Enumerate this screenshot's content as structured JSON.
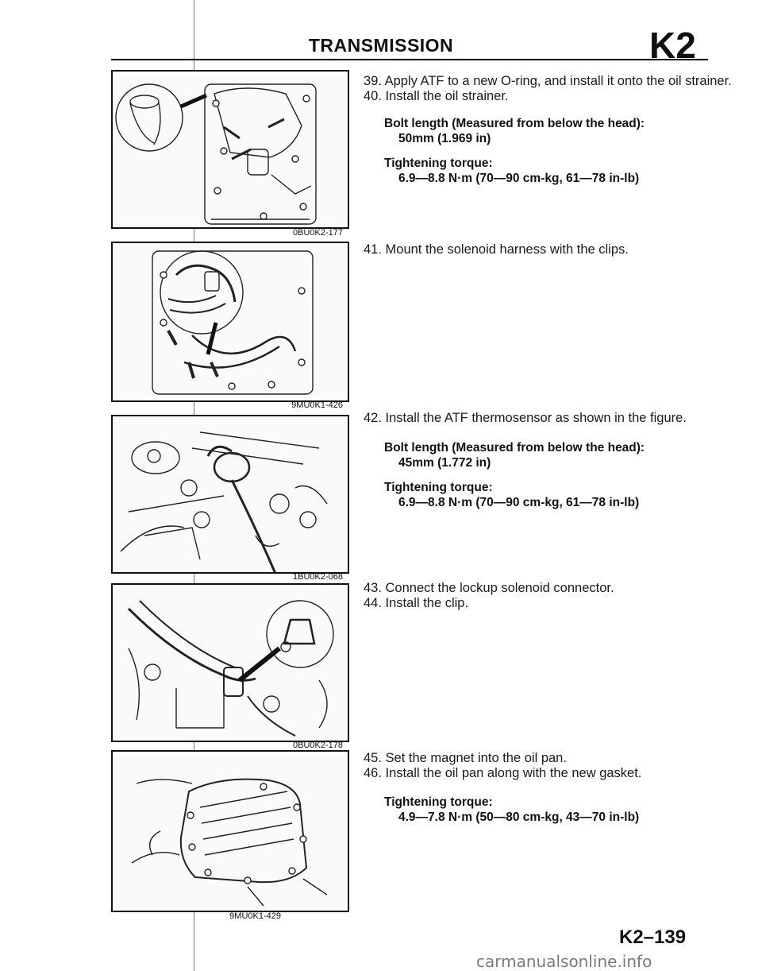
{
  "header": {
    "title": "TRANSMISSION",
    "section_code": "K2"
  },
  "figures": [
    {
      "code": "0BU0K2-177"
    },
    {
      "code": "9MU0K1-426"
    },
    {
      "code": "1BU0K2-068"
    },
    {
      "code": "0BU0K2-178"
    },
    {
      "code": "9MU0K1-429"
    }
  ],
  "steps": {
    "s39": "39. Apply ATF to a new O-ring, and install it onto the oil strainer.",
    "s40": "40. Install the oil strainer.",
    "spec1_label": "Bolt length (Measured from below the head):",
    "spec1_value": "50mm (1.969 in)",
    "spec2_label": "Tightening torque:",
    "spec2_value": "6.9—8.8 N·m (70—90 cm-kg, 61—78 in-lb)",
    "s41": "41. Mount the solenoid harness with the clips.",
    "s42": "42. Install the ATF thermosensor as shown in the figure.",
    "spec3_label": "Bolt length (Measured from below the head):",
    "spec3_value": "45mm (1.772 in)",
    "spec4_label": "Tightening torque:",
    "spec4_value": "6.9—8.8 N·m (70—90 cm-kg, 61—78 in-lb)",
    "s43": "43. Connect the lockup solenoid connector.",
    "s44": "44. Install the clip.",
    "s45": "45. Set the magnet into the oil pan.",
    "s46": "46. Install the oil pan along with the new gasket.",
    "spec5_label": "Tightening torque:",
    "spec5_value": "4.9—7.8 N·m (50—80 cm-kg, 43—70 in-lb)"
  },
  "footer": {
    "page_number": "K2–139",
    "watermark": "carmanualsonline.info"
  }
}
